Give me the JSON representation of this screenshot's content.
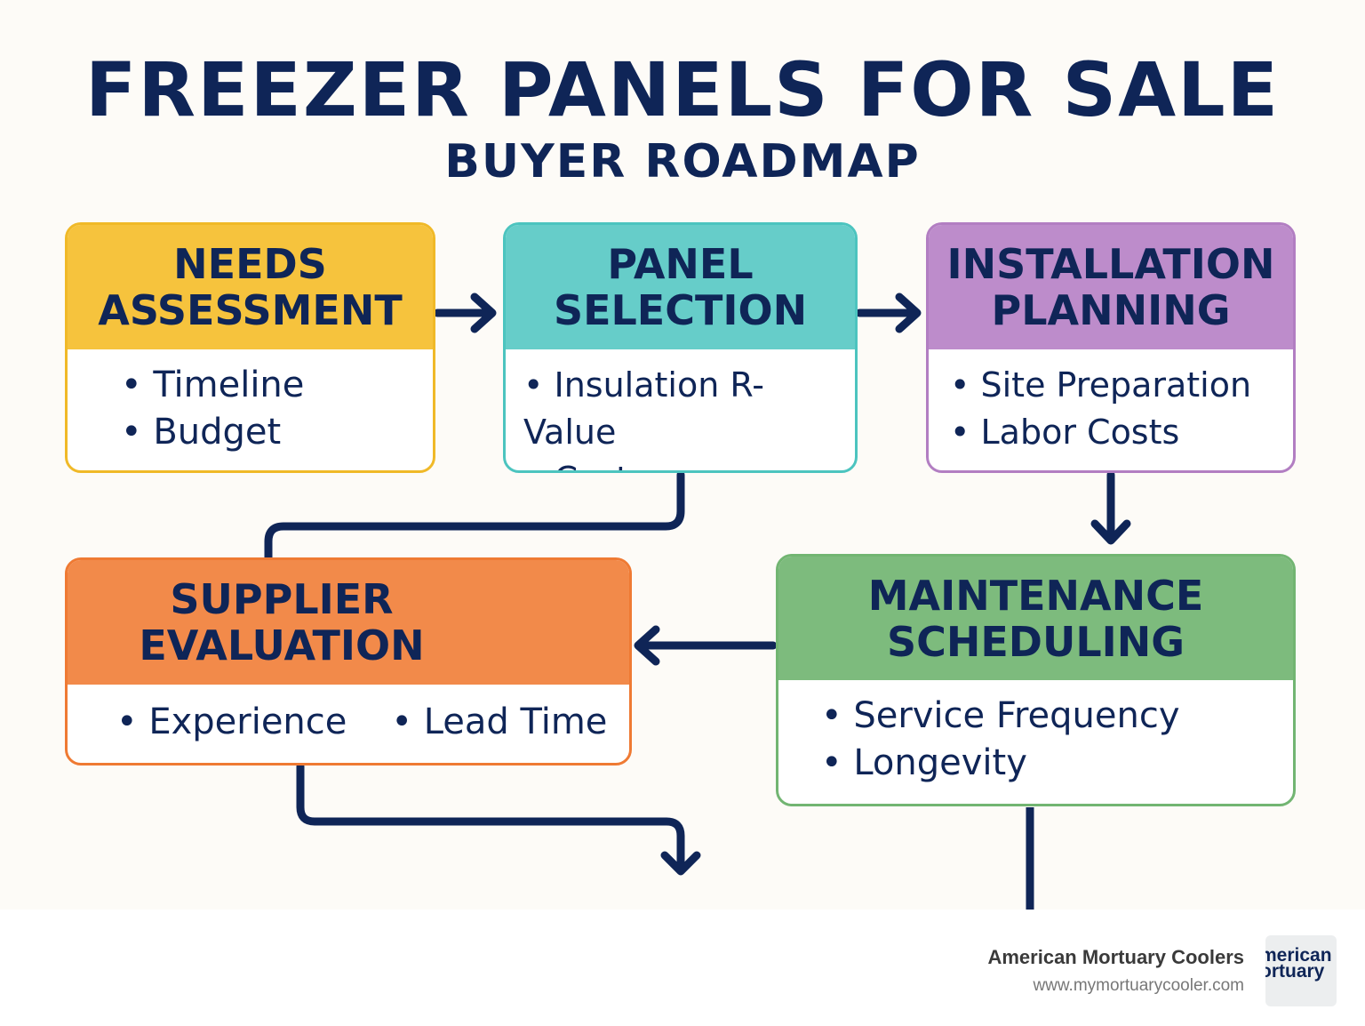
{
  "title": "FREEZER PANELS FOR SALE",
  "subtitle": "BUYER ROADMAP",
  "steps": [
    {
      "title": "NEEDS ASSESSMENT",
      "items": [
        "Timeline",
        "Budget"
      ],
      "color": "#f6c33d",
      "border": "#f0b928"
    },
    {
      "title": "PANEL SELECTION",
      "items": [
        "Insulation R-Value",
        "Cost"
      ],
      "color": "#66cdc9",
      "border": "#4cc4bf"
    },
    {
      "title": "INSTALLATION PLANNING",
      "items": [
        "Site Preparation",
        "Labor Costs"
      ],
      "color": "#bd8ccb",
      "border": "#b27ec2"
    },
    {
      "title": "SUPPLIER EVALUATION",
      "items": [
        "Experience",
        "Lead Time"
      ],
      "color": "#f28a4a",
      "border": "#ef7a33"
    },
    {
      "title": "MAINTENANCE SCHEDULING",
      "items": [
        "Service Frequency",
        "Longevity"
      ],
      "color": "#7dbb7d",
      "border": "#72b572"
    }
  ],
  "footer": {
    "brand": "American Mortuary Coolers",
    "url": "www.mymortuarycooler.com",
    "logo_text": "American Mortuary"
  }
}
